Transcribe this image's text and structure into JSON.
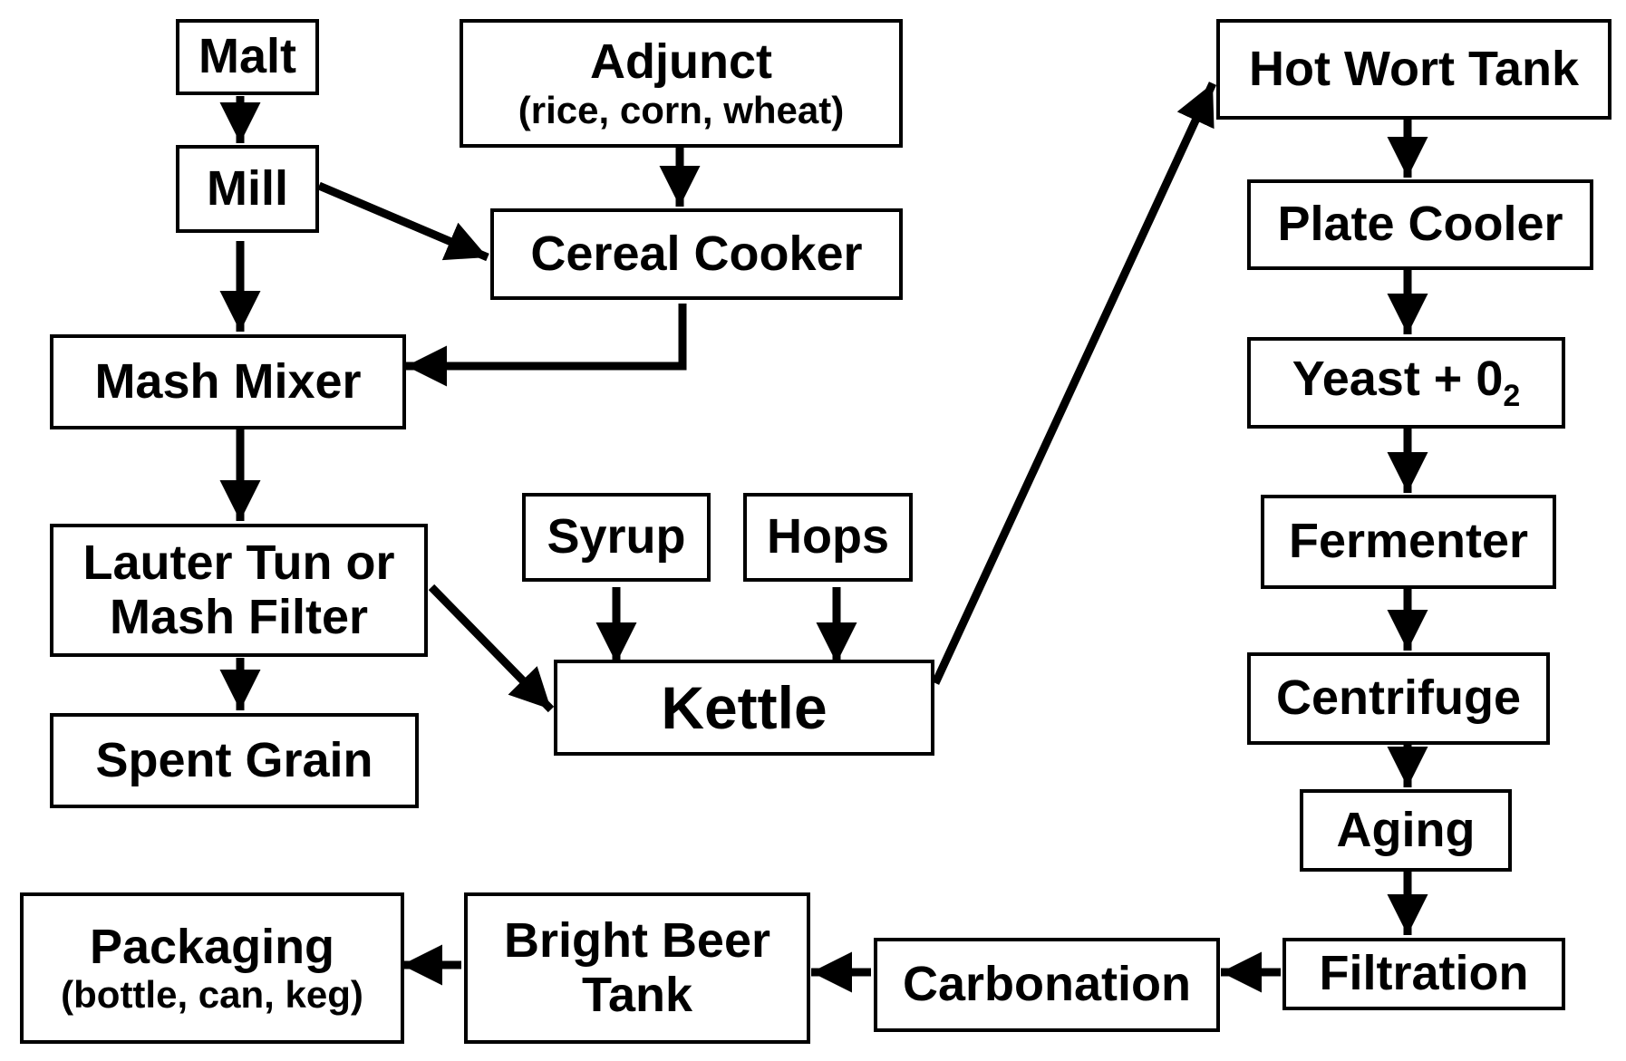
{
  "colors": {
    "line": "#000000",
    "background": "#ffffff"
  },
  "nodes": {
    "malt": {
      "label": "Malt"
    },
    "adjunct": {
      "label": "Adjunct",
      "sublabel": "(rice, corn, wheat)"
    },
    "mill": {
      "label": "Mill"
    },
    "cereal_cooker": {
      "label": "Cereal Cooker"
    },
    "mash_mixer": {
      "label": "Mash Mixer"
    },
    "lauter_tun": {
      "line1": "Lauter Tun or",
      "line2": "Mash Filter"
    },
    "spent_grain": {
      "label": "Spent Grain"
    },
    "syrup": {
      "label": "Syrup"
    },
    "hops": {
      "label": "Hops"
    },
    "kettle": {
      "label": "Kettle"
    },
    "hot_wort_tank": {
      "label": "Hot Wort Tank"
    },
    "plate_cooler": {
      "label": "Plate Cooler"
    },
    "yeast_o2": {
      "label": "Yeast + 0",
      "subscript": "2"
    },
    "fermenter": {
      "label": "Fermenter"
    },
    "centrifuge": {
      "label": "Centrifuge"
    },
    "aging": {
      "label": "Aging"
    },
    "filtration": {
      "label": "Filtration"
    },
    "carbonation": {
      "label": "Carbonation"
    },
    "bright_beer_tank": {
      "line1": "Bright Beer",
      "line2": "Tank"
    },
    "packaging": {
      "label": "Packaging",
      "sublabel": "(bottle, can, keg)"
    }
  },
  "edges": [
    {
      "from": "Malt",
      "to": "Mill"
    },
    {
      "from": "Adjunct",
      "to": "Cereal Cooker"
    },
    {
      "from": "Mill",
      "to": "Cereal Cooker"
    },
    {
      "from": "Mill",
      "to": "Mash Mixer"
    },
    {
      "from": "Cereal Cooker",
      "to": "Mash Mixer"
    },
    {
      "from": "Mash Mixer",
      "to": "Lauter Tun or Mash Filter"
    },
    {
      "from": "Lauter Tun or Mash Filter",
      "to": "Spent Grain"
    },
    {
      "from": "Lauter Tun or Mash Filter",
      "to": "Kettle"
    },
    {
      "from": "Syrup",
      "to": "Kettle"
    },
    {
      "from": "Hops",
      "to": "Kettle"
    },
    {
      "from": "Kettle",
      "to": "Hot Wort Tank"
    },
    {
      "from": "Hot Wort Tank",
      "to": "Plate Cooler"
    },
    {
      "from": "Plate Cooler",
      "to": "Yeast + 02"
    },
    {
      "from": "Yeast + 02",
      "to": "Fermenter"
    },
    {
      "from": "Fermenter",
      "to": "Centrifuge"
    },
    {
      "from": "Centrifuge",
      "to": "Aging"
    },
    {
      "from": "Aging",
      "to": "Filtration"
    },
    {
      "from": "Filtration",
      "to": "Carbonation"
    },
    {
      "from": "Carbonation",
      "to": "Bright Beer Tank"
    },
    {
      "from": "Bright Beer Tank",
      "to": "Packaging"
    }
  ]
}
